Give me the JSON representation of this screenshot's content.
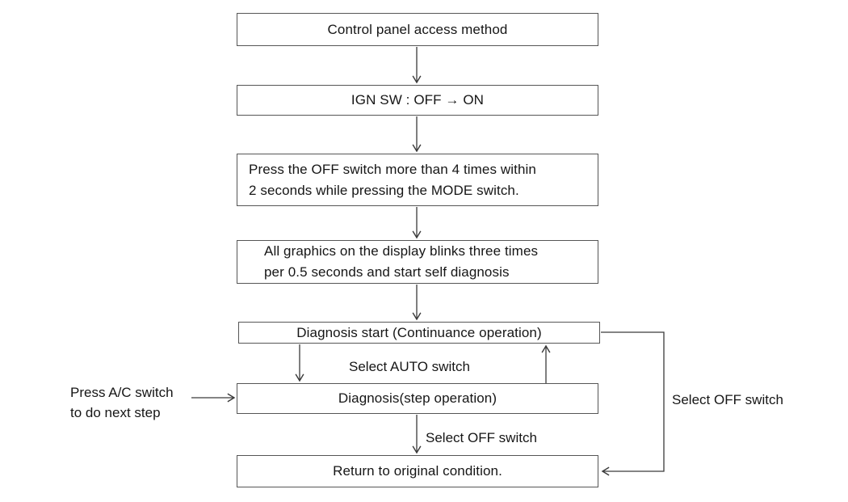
{
  "flowchart": {
    "description": "Control panel self diagnosis access flowchart",
    "boxes": [
      {
        "name": "control-panel-access-method",
        "lines": [
          "Control panel access method"
        ]
      },
      {
        "name": "ign-sw-off-on",
        "lines": [
          "IGN SW : OFF → ON"
        ]
      },
      {
        "name": "press-off-switch",
        "lines": [
          "Press the OFF switch more than 4 times within",
          "2 seconds while pressing the MODE switch."
        ]
      },
      {
        "name": "graphics-blink-self-diagnosis",
        "lines": [
          "All graphics on the display blinks three times",
          "per 0.5 seconds and start self diagnosis"
        ]
      },
      {
        "name": "diagnosis-start-continuance",
        "lines": [
          "Diagnosis start (Continuance operation)"
        ]
      },
      {
        "name": "diagnosis-step-operation",
        "lines": [
          "Diagnosis(step operation)"
        ]
      },
      {
        "name": "return-to-original-condition",
        "lines": [
          "Return to original condition."
        ]
      }
    ],
    "labels": {
      "select_auto": "Select AUTO switch",
      "select_off_down": "Select OFF switch",
      "select_off_right": "Select OFF switch",
      "press_ac_line1": "Press A/C switch",
      "press_ac_line2": "to do next step"
    },
    "edges": [
      {
        "from": "control-panel-access-method",
        "to": "ign-sw-off-on",
        "label": ""
      },
      {
        "from": "ign-sw-off-on",
        "to": "press-off-switch",
        "label": ""
      },
      {
        "from": "press-off-switch",
        "to": "graphics-blink-self-diagnosis",
        "label": ""
      },
      {
        "from": "graphics-blink-self-diagnosis",
        "to": "diagnosis-start-continuance",
        "label": ""
      },
      {
        "from": "diagnosis-start-continuance",
        "to": "diagnosis-step-operation",
        "label": ""
      },
      {
        "from": "diagnosis-step-operation",
        "to": "diagnosis-start-continuance",
        "label": "Select AUTO switch"
      },
      {
        "from": "press-ac-note",
        "to": "diagnosis-step-operation",
        "label": "Press A/C switch to do next step"
      },
      {
        "from": "diagnosis-step-operation",
        "to": "return-to-original-condition",
        "label": "Select OFF switch"
      },
      {
        "from": "diagnosis-start-continuance",
        "to": "return-to-original-condition",
        "label": "Select OFF switch"
      }
    ],
    "colors": {
      "background": "#ffffff",
      "box_border": "#565656",
      "connector": "#3a3a3a",
      "text": "#161616"
    }
  }
}
